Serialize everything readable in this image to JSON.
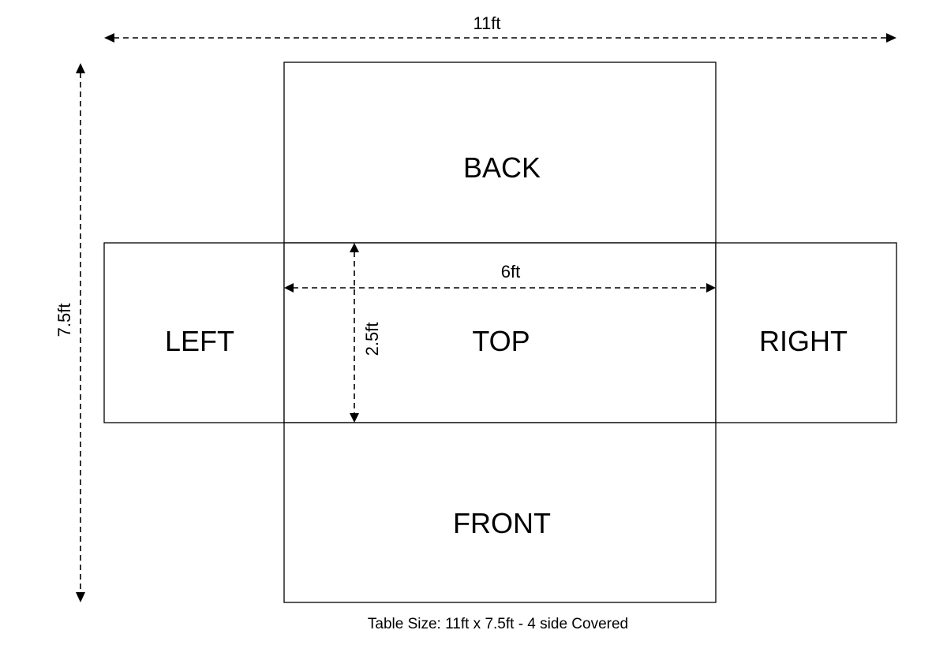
{
  "panels": {
    "back": "BACK",
    "left": "LEFT",
    "top": "TOP",
    "right": "RIGHT",
    "front": "FRONT"
  },
  "dimensions": {
    "overall_width": "11ft",
    "overall_height": "7.5ft",
    "top_width": "6ft",
    "top_depth": "2.5ft"
  },
  "caption": "Table Size: 11ft x 7.5ft - 4 side Covered",
  "colors": {
    "line": "#000000",
    "background": "#ffffff"
  }
}
